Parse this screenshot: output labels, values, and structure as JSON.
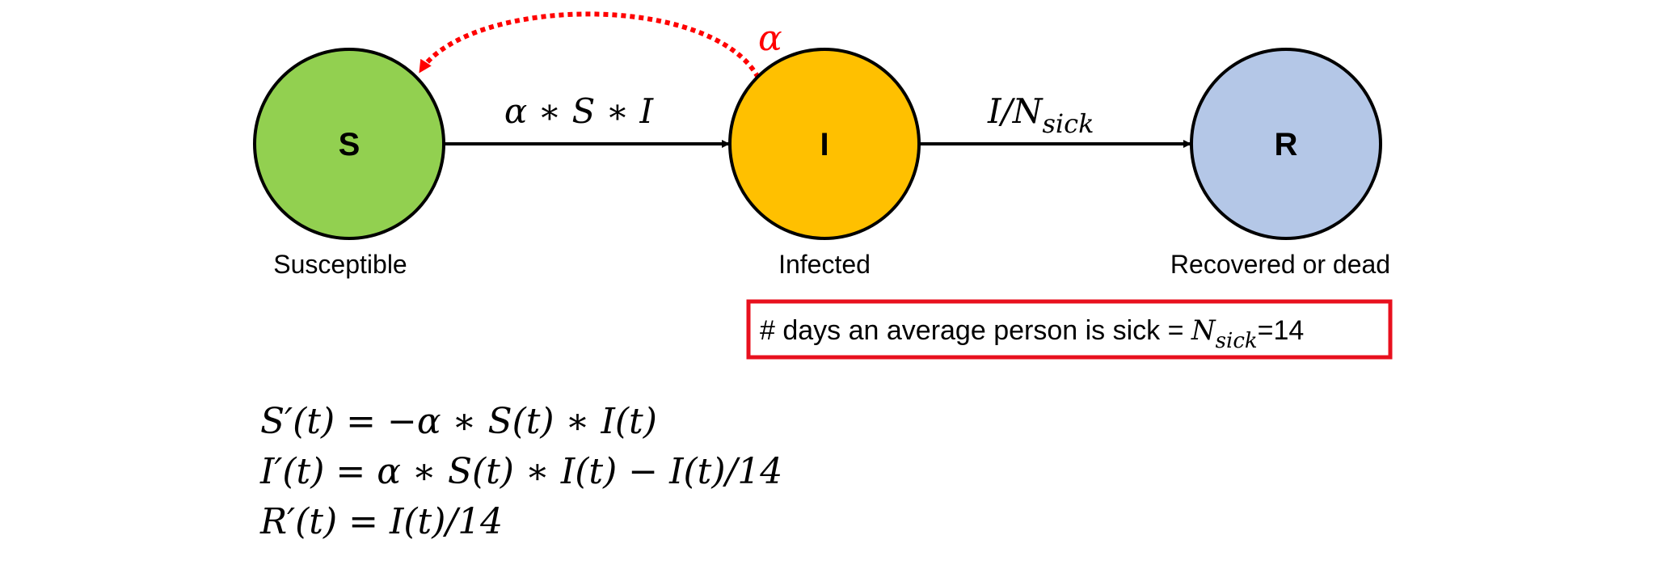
{
  "colors": {
    "susceptible_fill": "#92d050",
    "infected_fill": "#ffc000",
    "recovered_fill": "#b4c7e7",
    "outline": "#000000",
    "feedback": "#ff0000",
    "callout_border": "#e8101e"
  },
  "nodes": [
    {
      "id": "S",
      "letter": "S",
      "caption": "Susceptible",
      "fill": "#92d050"
    },
    {
      "id": "I",
      "letter": "I",
      "caption": "Infected",
      "fill": "#ffc000"
    },
    {
      "id": "R",
      "letter": "R",
      "caption": "Recovered or dead",
      "fill": "#b4c7e7"
    }
  ],
  "edges": {
    "s_to_i": {
      "label": "α ∗ S ∗ I"
    },
    "i_to_r": {
      "label_main": "I/N",
      "label_sub": "sick"
    },
    "feedback": {
      "label": "α"
    }
  },
  "callout": {
    "text_before": "# days an average person is sick = ",
    "symbol": "N",
    "symbol_sub": "sick",
    "text_after": "=14"
  },
  "equations": [
    "S′(t) = −α ∗ S(t) ∗ I(t)",
    "I′(t) = α ∗ S(t) ∗ I(t) − I(t)/14",
    "R′(t) = I(t)/14"
  ]
}
